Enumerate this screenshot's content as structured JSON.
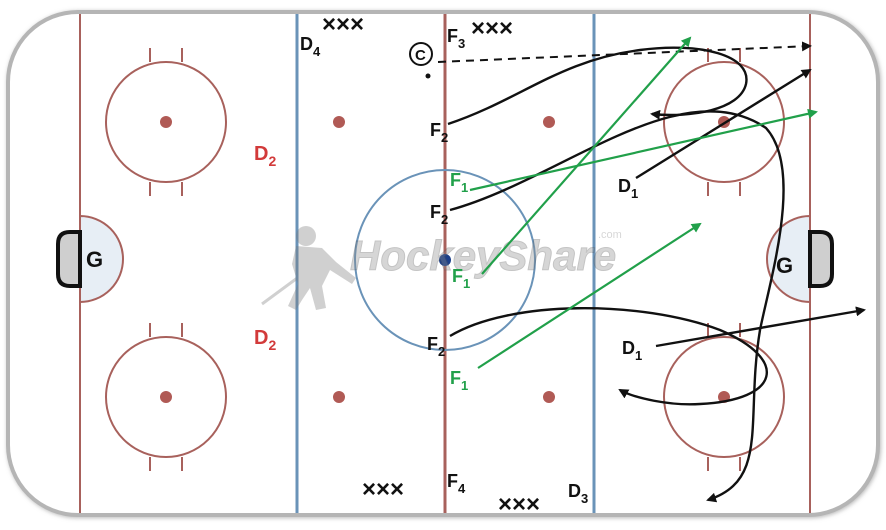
{
  "watermark": {
    "text": "HockeyShare",
    "sub": ".com"
  },
  "colors": {
    "board": "#9a9a9a",
    "red_line": "#a8615c",
    "blue_line": "#6a93b8",
    "dot": "#b05a55",
    "black_path": "#111111",
    "green_path": "#21a04a",
    "red_label": "#d23a3a",
    "goal_fill": "#cfcfcf"
  },
  "labels": {
    "goalie_left": "G",
    "goalie_right": "G",
    "d2_top": {
      "main": "D",
      "sub": "2"
    },
    "d2_bottom": {
      "main": "D",
      "sub": "2"
    },
    "d4": {
      "main": "D",
      "sub": "4"
    },
    "coach": "C",
    "f3": {
      "main": "F",
      "sub": "3"
    },
    "f4": {
      "main": "F",
      "sub": "4"
    },
    "d3": {
      "main": "D",
      "sub": "3"
    },
    "f2_top": {
      "main": "F",
      "sub": "2"
    },
    "f2_mid": {
      "main": "F",
      "sub": "2"
    },
    "f2_bottom": {
      "main": "F",
      "sub": "2"
    },
    "f1_a": {
      "main": "F",
      "sub": "1"
    },
    "f1_b": {
      "main": "F",
      "sub": "1"
    },
    "f1_c": {
      "main": "F",
      "sub": "1"
    },
    "d1_top": {
      "main": "D",
      "sub": "1"
    },
    "d1_bottom": {
      "main": "D",
      "sub": "1"
    },
    "pucks_d4": "×××",
    "pucks_f3": "×××",
    "pucks_f4": "×××",
    "pucks_d3": "×××"
  }
}
